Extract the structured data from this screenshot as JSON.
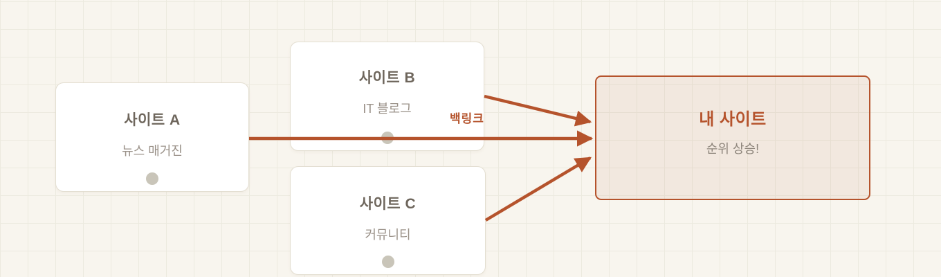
{
  "diagram": {
    "topic": "backlink-seo",
    "edge_label": {
      "text": "백링크"
    },
    "nodes": {
      "a": {
        "title": "사이트 A",
        "subtitle": "뉴스 매거진",
        "role": "source"
      },
      "b": {
        "title": "사이트 B",
        "subtitle": "IT 블로그",
        "role": "source"
      },
      "c": {
        "title": "사이트 C",
        "subtitle": "커뮤니티",
        "role": "source"
      },
      "target": {
        "title": "내 사이트",
        "subtitle": "순위 상승!",
        "role": "target"
      }
    },
    "edges": [
      {
        "from": "사이트 B",
        "to": "내 사이트",
        "label": "백링크"
      },
      {
        "from": "사이트 A",
        "to": "내 사이트",
        "label": ""
      },
      {
        "from": "사이트 C",
        "to": "내 사이트",
        "label": ""
      }
    ],
    "colors": {
      "accent": "#b5532c",
      "canvas_bg": "#f8f5ee",
      "grid_line": "#eceadf",
      "node_border": "#e3ded1",
      "node_bg": "#ffffff",
      "title_text": "#6e665c",
      "subtitle_text": "#9a9188",
      "handle_dot": "#c9c5b9",
      "target_fill": "rgba(181,83,44,0.075)"
    }
  }
}
